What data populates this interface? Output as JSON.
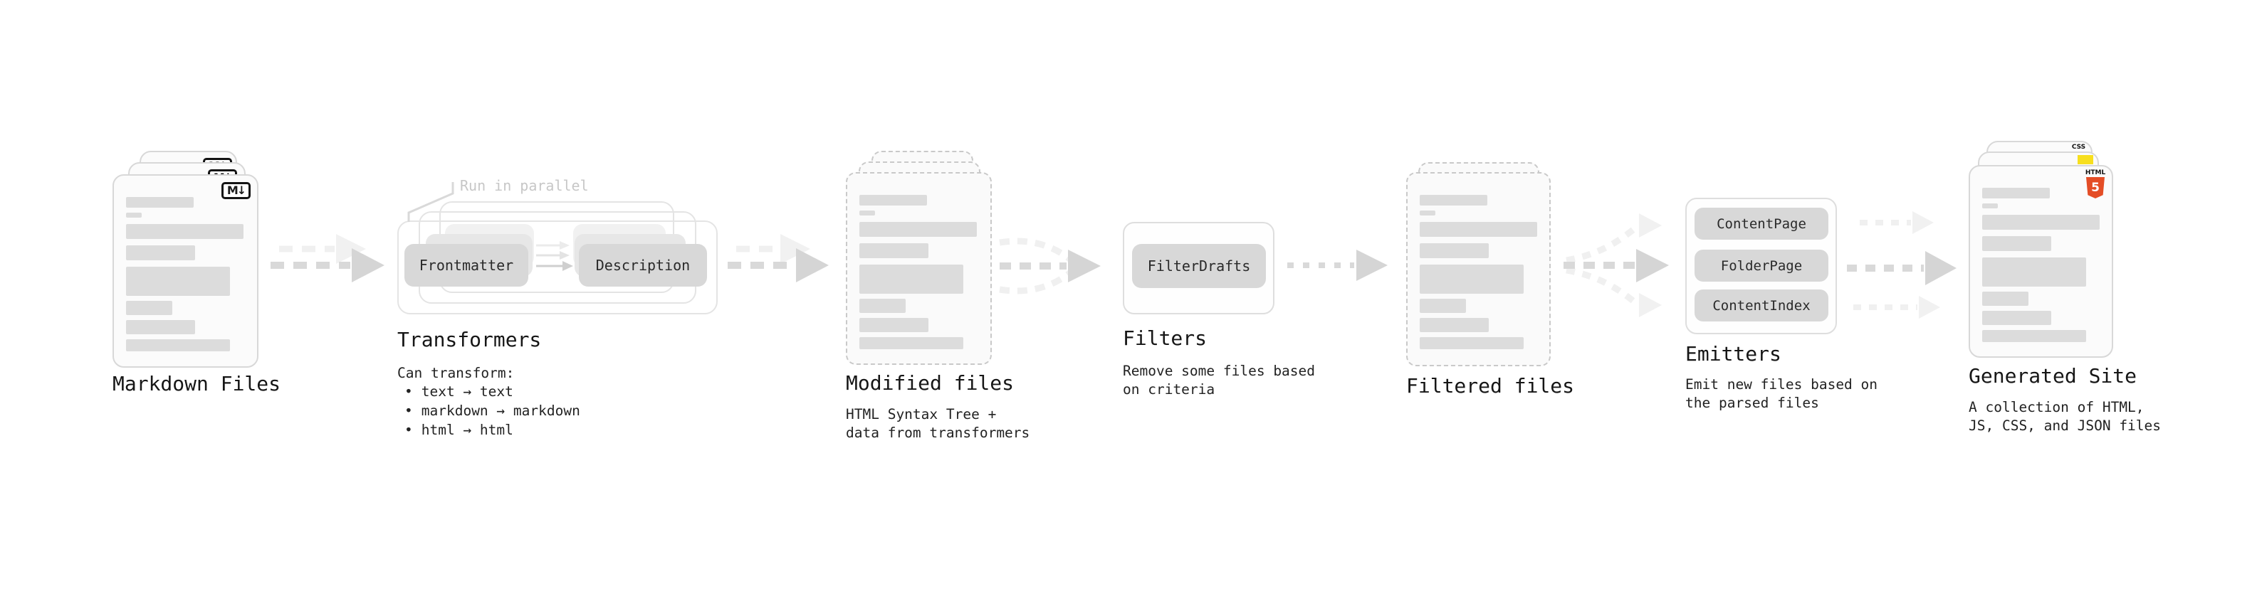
{
  "stages": {
    "markdown_files": {
      "title": "Markdown Files",
      "badge": "M↓"
    },
    "transformers": {
      "title": "Transformers",
      "annotation": "Run in parallel",
      "pills": [
        "Frontmatter",
        "Description"
      ],
      "description_heading": "Can transform:",
      "bullet_char": "•",
      "bullets": [
        "text → text",
        "markdown → markdown",
        "html → html"
      ]
    },
    "modified_files": {
      "title": "Modified files",
      "description_lines": [
        "HTML Syntax Tree +",
        "data from transformers"
      ]
    },
    "filters": {
      "title": "Filters",
      "pills": [
        "FilterDrafts"
      ],
      "description_lines": [
        "Remove some files based",
        "on criteria"
      ]
    },
    "filtered_files": {
      "title": "Filtered files"
    },
    "emitters": {
      "title": "Emitters",
      "pills": [
        "ContentPage",
        "FolderPage",
        "ContentIndex"
      ],
      "description_lines": [
        "Emit new files based on",
        "the parsed files"
      ]
    },
    "generated_site": {
      "title": "Generated Site",
      "description_lines": [
        "A collection of HTML,",
        "JS, CSS, and JSON files"
      ],
      "badges": {
        "css_label": "CSS",
        "html_label": "HTML",
        "html_number": "5"
      }
    }
  },
  "colors": {
    "text": "#1b1b1b",
    "card_fill": "#fbfbfb",
    "card_border": "#d8d8d8",
    "bar_fill": "#dcdcdc",
    "pill_fill": "#d8d8d8",
    "arrow_dark": "#d9d9d9",
    "arrow_light": "#f0f0f0",
    "annotation_gray": "#c7c7c7",
    "html5_orange": "#e44d26",
    "js_yellow": "#f7df1e",
    "css_blue": "#2965f1"
  }
}
